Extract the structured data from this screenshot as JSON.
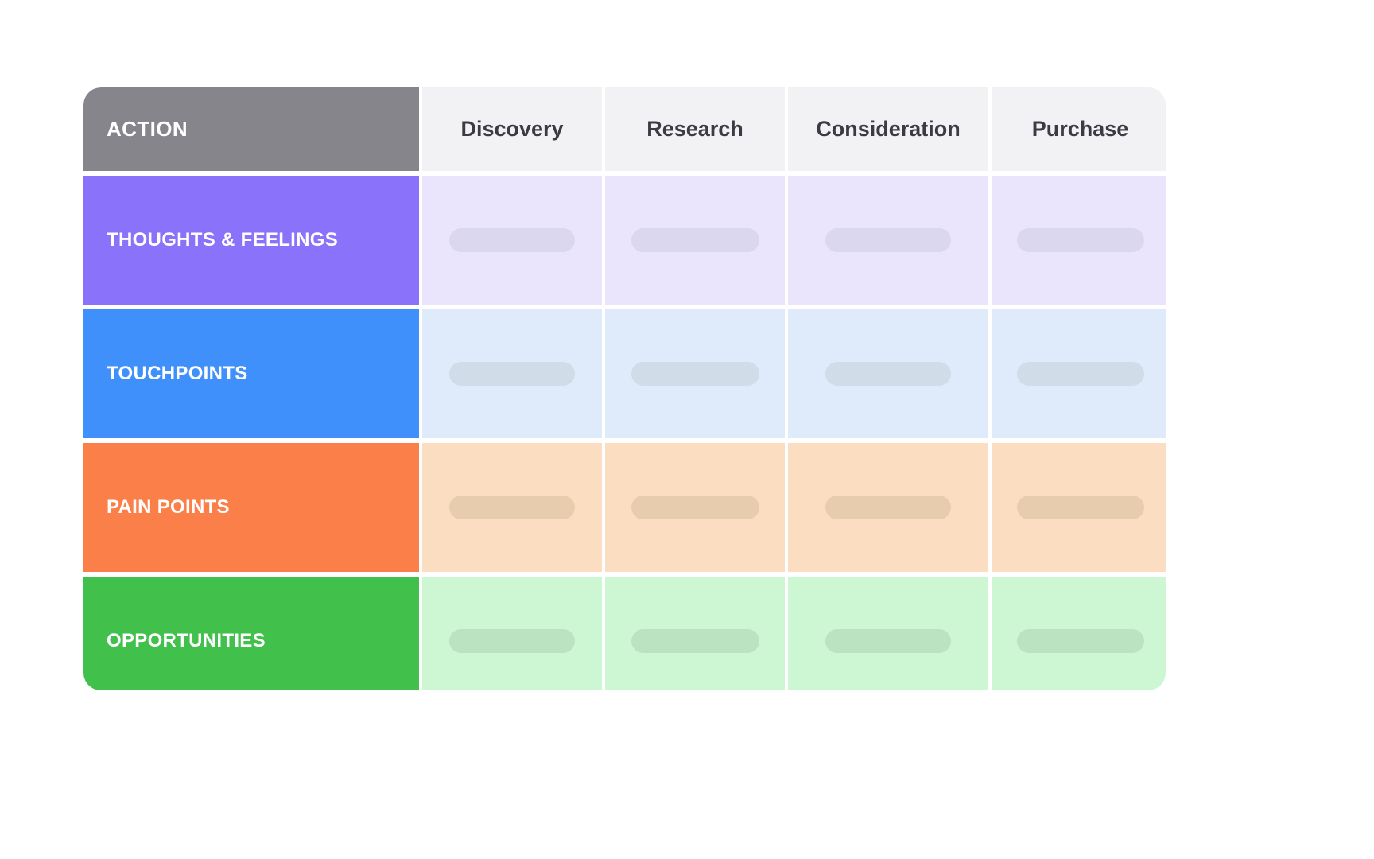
{
  "map": {
    "header": {
      "action_label": "ACTION",
      "stages": [
        "Discovery",
        "Research",
        "Consideration",
        "Purchase"
      ]
    },
    "rows": [
      {
        "label": "THOUGHTS & FEELINGS",
        "label_color": "#8B72FA",
        "cell_color": "#EAE5FC",
        "pill_color": "#DBD7EC"
      },
      {
        "label": "TOUCHPOINTS",
        "label_color": "#4090FB",
        "cell_color": "#DFEAFB",
        "pill_color": "#D0DCE8"
      },
      {
        "label": "PAIN POINTS",
        "label_color": "#FB7F49",
        "cell_color": "#FBDDC1",
        "pill_color": "#E7CCAD"
      },
      {
        "label": "OPPORTUNITIES",
        "label_color": "#41C04C",
        "cell_color": "#CCF7D2",
        "pill_color": "#BBE2C1"
      }
    ],
    "colors": {
      "action_header": "#87858C",
      "stage_header": "#F2F2F4",
      "stage_text": "#3A3B45",
      "canvas": "#FFFFFF"
    },
    "placeholders": {
      "per_row": 4,
      "content": ""
    }
  }
}
